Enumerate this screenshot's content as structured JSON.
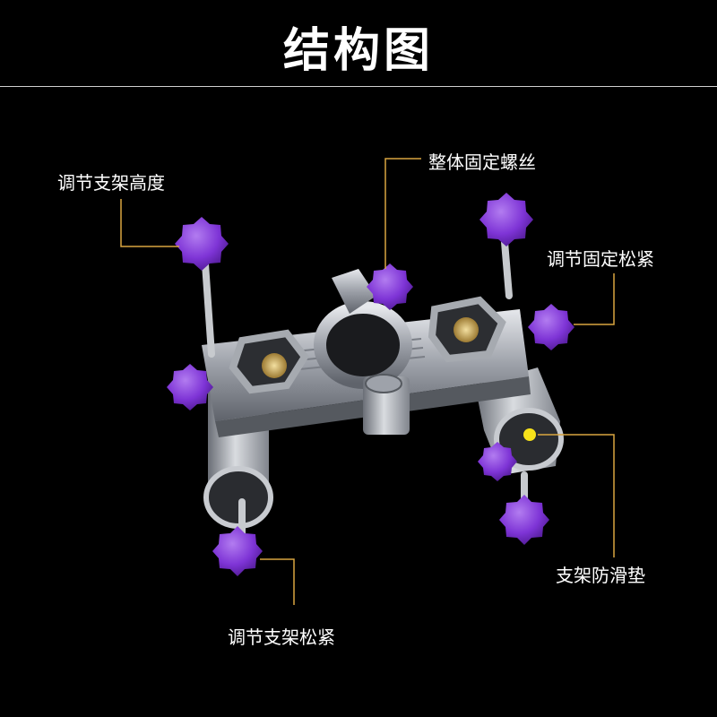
{
  "title": "结构图",
  "colors": {
    "background": "#000000",
    "leader_line": "#d9a640",
    "knob": "#7e34d6",
    "knob_highlight": "#b27cf0",
    "metal": "#b9bcc2",
    "metal_dark": "#6c7078",
    "brass": "#c9a24e",
    "marker_dot": "#f7e21a"
  },
  "labels": {
    "height_adjust": "调节支架高度",
    "main_screw": "整体固定螺丝",
    "clamp_tighten": "调节固定松紧",
    "anti_slip_pad": "支架防滑垫",
    "leg_tighten": "调节支架松紧"
  }
}
